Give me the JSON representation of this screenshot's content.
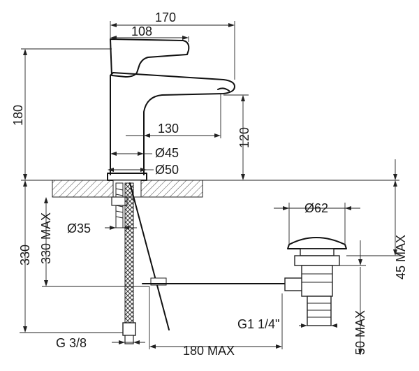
{
  "drawing": {
    "dimensions": {
      "faucet_depth": "170",
      "lever_offset": "108",
      "faucet_height": "180",
      "spout_reach": "130",
      "spout_height": "120",
      "base_diameter_inner": "Ø45",
      "base_diameter_outer": "Ø50",
      "hole_diameter": "Ø35",
      "hose_length_max": "330 MAX",
      "hose_total": "330",
      "waste_top_diameter": "Ø62",
      "waste_height_max": "45 MAX",
      "waste_thread": "G1 1/4\"",
      "waste_tail_max": "50 MAX",
      "hose_thread": "G 3/8",
      "rod_reach_max": "180 MAX"
    }
  }
}
